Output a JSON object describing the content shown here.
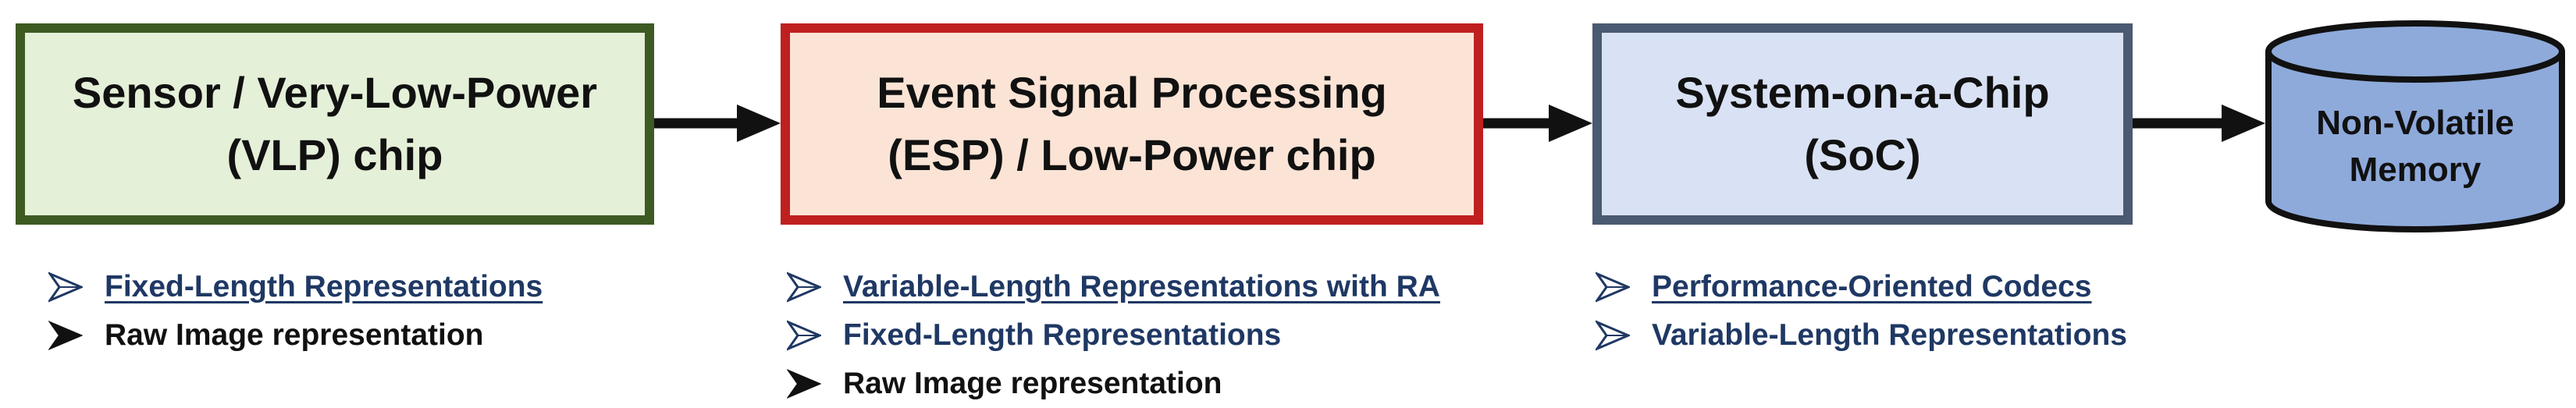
{
  "colors": {
    "sensor_fill": "#e4f0d8",
    "sensor_border": "#3d5a23",
    "esp_fill": "#fbe4d6",
    "esp_border": "#c01f1f",
    "soc_fill": "#d9e2f4",
    "soc_border": "#4a5a70",
    "memory_fill": "#8eaadb",
    "arrow": "#111111",
    "link_text": "#1f3864"
  },
  "boxes": {
    "sensor": {
      "label": "Sensor / Very-Low-Power\n(VLP) chip"
    },
    "esp": {
      "label": "Event Signal Processing\n(ESP) / Low-Power chip"
    },
    "soc": {
      "label": "System-on-a-Chip\n(SoC)"
    },
    "memory": {
      "label": "Non-Volatile\nMemory"
    }
  },
  "lists": {
    "sensor": [
      {
        "text": "Fixed-Length Representations",
        "style": "link"
      },
      {
        "text": "Raw Image representation",
        "style": "black"
      }
    ],
    "esp": [
      {
        "text": "Variable-Length Representations with RA",
        "style": "link"
      },
      {
        "text": "Fixed-Length Representations",
        "style": "blue"
      },
      {
        "text": "Raw Image representation",
        "style": "black"
      }
    ],
    "soc": [
      {
        "text": "Performance-Oriented Codecs",
        "style": "link"
      },
      {
        "text": "Variable-Length Representations",
        "style": "blue"
      }
    ]
  },
  "icons": {
    "bullet": "arrowhead-bullet-icon",
    "connector": "arrow-right-icon"
  }
}
